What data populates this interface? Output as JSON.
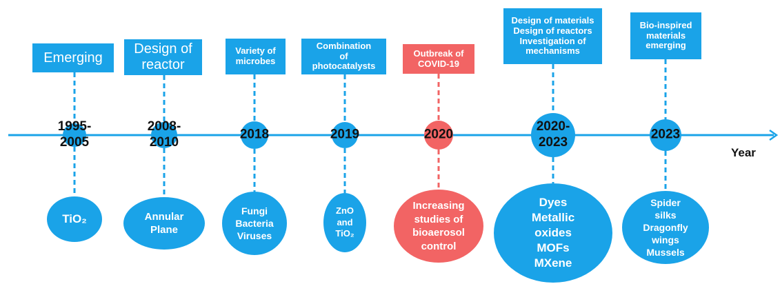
{
  "colors": {
    "primary": "#1aa3e8",
    "highlight": "#f26464",
    "axis": "#1aa3e8",
    "text": "#111111",
    "box_text": "#ffffff"
  },
  "axis_label": "Year",
  "events": [
    {
      "year": "1995-\n2005",
      "top": [
        "Emerging"
      ],
      "bottom": [
        "TiO₂"
      ],
      "highlight": false
    },
    {
      "year": "2008-\n2010",
      "top": [
        "Design of",
        "reactor"
      ],
      "bottom": [
        "Annular",
        "Plane"
      ],
      "highlight": false
    },
    {
      "year": "2018",
      "top": [
        "Variety of",
        "microbes"
      ],
      "bottom": [
        "Fungi",
        "Bacteria",
        "Viruses"
      ],
      "highlight": false
    },
    {
      "year": "2019",
      "top": [
        "Combination",
        "of",
        "photocatalysts"
      ],
      "bottom": [
        "ZnO",
        "and",
        "TiO₂"
      ],
      "highlight": false
    },
    {
      "year": "2020",
      "top": [
        "Outbreak of",
        "COVID-19"
      ],
      "bottom": [
        "Increasing",
        "studies of",
        "bioaerosol",
        "control"
      ],
      "highlight": true
    },
    {
      "year": "2020-\n2023",
      "top": [
        "Design of materials",
        "Design of reactors",
        "Investigation of",
        "mechanisms"
      ],
      "bottom": [
        "Dyes",
        "Metallic",
        "oxides",
        "MOFs",
        "MXene"
      ],
      "highlight": false
    },
    {
      "year": "2023",
      "top": [
        "Bio-inspired",
        "materials",
        "emerging"
      ],
      "bottom": [
        "Spider",
        "silks",
        "Dragonfly",
        "wings",
        "Mussels"
      ],
      "highlight": false
    }
  ]
}
